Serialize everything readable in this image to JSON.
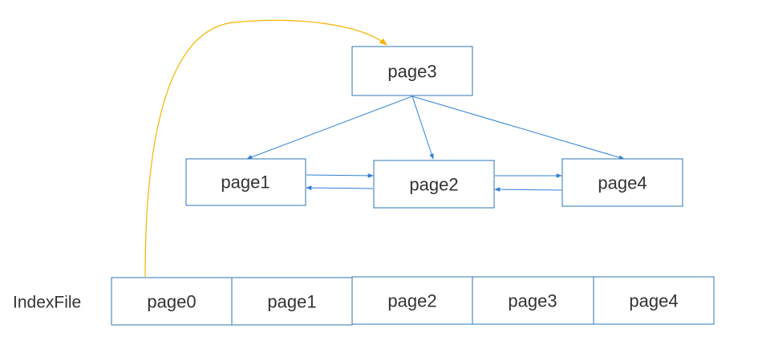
{
  "tree": {
    "root": {
      "label": "page3"
    },
    "children": [
      {
        "label": "page1"
      },
      {
        "label": "page2"
      },
      {
        "label": "page4"
      }
    ]
  },
  "index_file": {
    "label": "IndexFile",
    "pages": [
      "page0",
      "page1",
      "page2",
      "page3",
      "page4"
    ]
  },
  "colors": {
    "box_border": "#2e75b6",
    "tree_arrow": "#2f7fd6",
    "root_pointer_arrow": "#f5b400",
    "text": "#333333"
  }
}
